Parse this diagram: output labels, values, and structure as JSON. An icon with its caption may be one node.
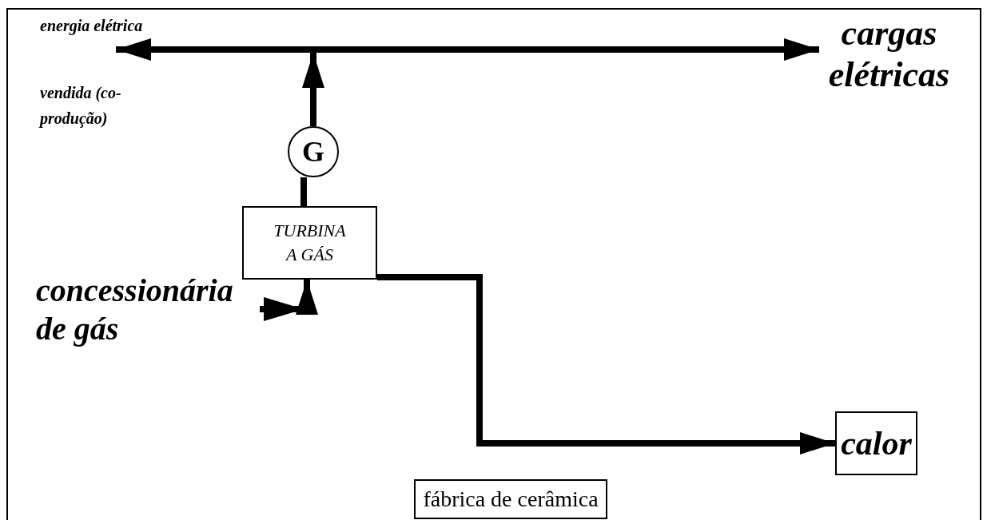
{
  "diagram": {
    "nodes": [
      {
        "text": [
          "energia elétrica"
        ]
      },
      {
        "text": [
          "cargas elétricas"
        ]
      },
      {
        "text": [
          "G"
        ]
      },
      {
        "text": [
          "TURBINA A GÁS"
        ]
      },
      {
        "text": [
          "concessionária de gás"
        ]
      },
      {
        "text": [
          "calor"
        ]
      },
      {
        "text": [
          "fábrica de cerâmica"
        ]
      }
    ],
    "edges": [
      {
        "from": 2,
        "to": null,
        "arrow": "to"
      },
      {
        "from": 0,
        "to": 1,
        "arrow": "both"
      },
      {
        "from": 3,
        "to": 2,
        "arrow": "none"
      },
      {
        "from": 4,
        "to": 3,
        "arrow": "to"
      },
      {
        "from": 3,
        "to": 5,
        "arrow": "to"
      }
    ],
    "labels": [
      "vendida (co-produção)"
    ]
  }
}
